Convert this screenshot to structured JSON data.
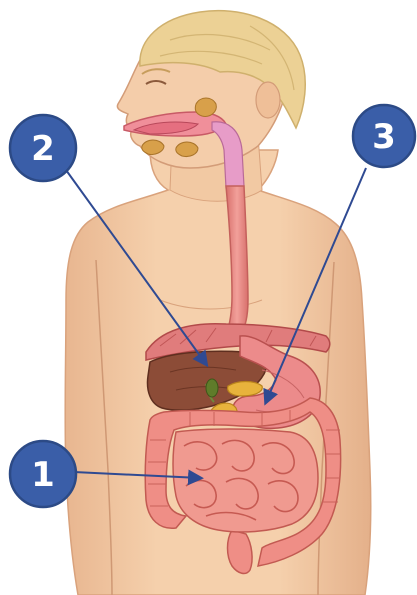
{
  "colors": {
    "skin": "#f3cba6",
    "skin_shadow": "#dca784",
    "hair": "#e8c98a",
    "gut": "#ee8a86",
    "gut_dark": "#c9534f",
    "liver": "#8b4a35",
    "pancreas": "#e8b33c",
    "marker_fill": "#3a5ea8",
    "marker_edge": "#2c4a86",
    "pointer": "#2f4a92"
  },
  "markers": [
    {
      "label": "1"
    },
    {
      "label": "2"
    },
    {
      "label": "3"
    }
  ]
}
